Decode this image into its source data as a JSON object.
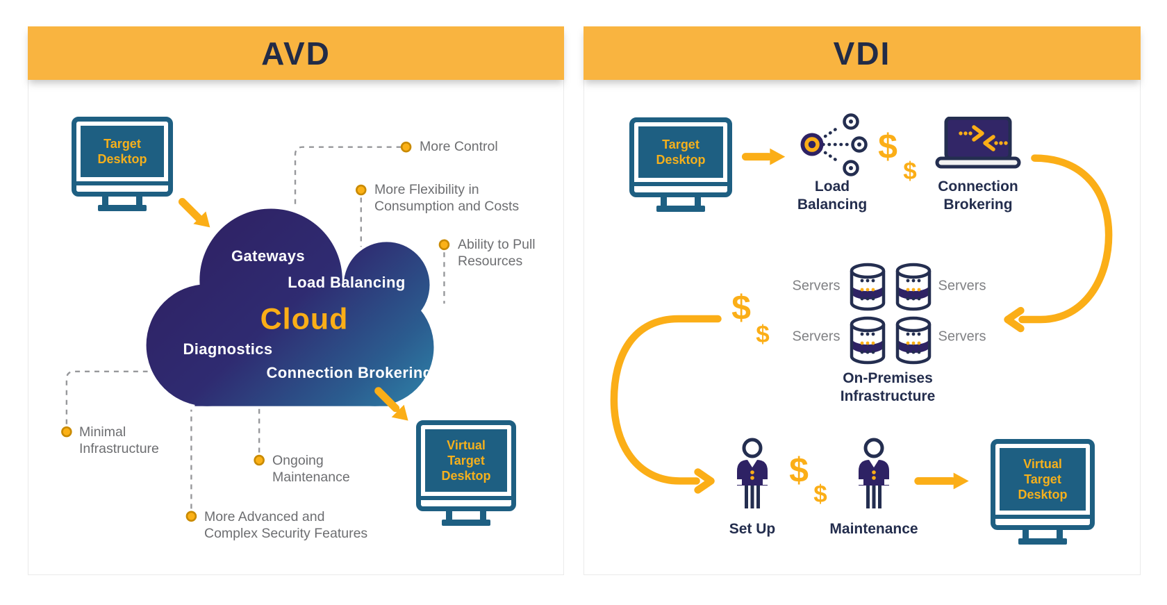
{
  "avd": {
    "title": "AVD",
    "target_desktop": "Target\nDesktop",
    "virtual_target_desktop": "Virtual\nTarget\nDesktop",
    "cloud": {
      "title": "Cloud",
      "services": [
        "Gateways",
        "Load Balancing",
        "Diagnostics",
        "Connection Brokering"
      ]
    },
    "callouts": [
      "More Control",
      "More Flexibility in\nConsumption and Costs",
      "Ability to Pull\nResources",
      "Minimal\nInfrastructure",
      "Ongoing\nMaintenance",
      "More Advanced and\nComplex Security Features"
    ]
  },
  "vdi": {
    "title": "VDI",
    "target_desktop": "Target\nDesktop",
    "virtual_target_desktop": "Virtual\nTarget\nDesktop",
    "load_balancing": "Load\nBalancing",
    "connection_brokering": "Connection\nBrokering",
    "on_premises": "On-Premises\nInfrastructure",
    "set_up": "Set Up",
    "maintenance": "Maintenance",
    "servers": [
      "Servers",
      "Servers",
      "Servers",
      "Servers"
    ],
    "dollar": "$"
  },
  "colors": {
    "header_yellow": "#F9B440",
    "accent_yellow": "#FBAE17",
    "navy": "#232D4D",
    "icon_purple": "#2E2264",
    "monitor_teal": "#1E5F82",
    "gray_text": "#6D6E71",
    "cloud_gradient_start": "#2F2366",
    "cloud_gradient_end": "#2E7FA6"
  }
}
